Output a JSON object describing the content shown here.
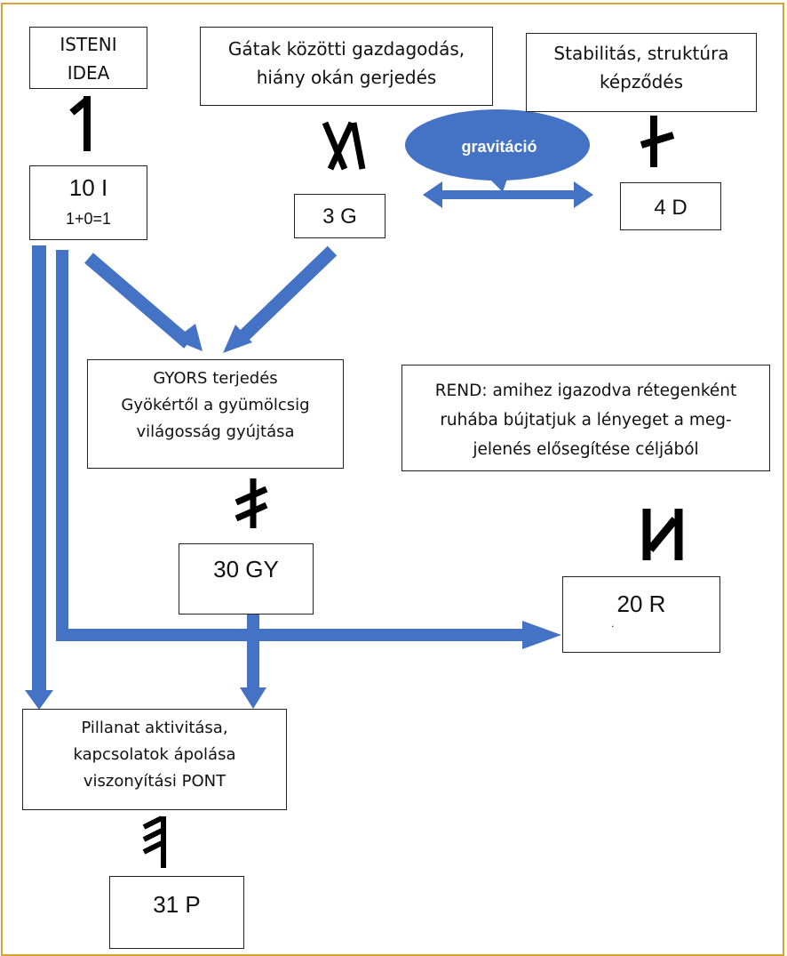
{
  "colors": {
    "arrow": "#4472c4",
    "frame": "#d9a431",
    "border": "#222222"
  },
  "nodes": {
    "isteni": {
      "line1": "ISTENI",
      "line2": "IDEA"
    },
    "gatak": {
      "line1": "Gátak közötti gazdagodás,",
      "line2": "hiány okán gerjedés"
    },
    "stabilitas": {
      "line1": "Stabilitás, struktúra",
      "line2": "képződés"
    },
    "i10": {
      "line1": "10 I",
      "line2": "1+0=1"
    },
    "g3": {
      "label": "3 G"
    },
    "d4": {
      "label": "4 D"
    },
    "gravitacio": {
      "label": "gravitáció"
    },
    "gyors": {
      "line1": "GYORS terjedés",
      "line2": "Gyökértől a gyümölcsig",
      "line3": "világosság gyújtása"
    },
    "rend": {
      "line1": "REND: amihez igazodva rétegenként",
      "line2": "ruhába bújtatjuk a lényeget a meg-",
      "line3": "jelenés elősegítése céljából"
    },
    "gy30": {
      "label": "30 GY"
    },
    "r20": {
      "label": "20 R",
      "mark": "."
    },
    "pillanat": {
      "line1": "Pillanat aktivitása,",
      "line2": "kapcsolatok ápolása",
      "line3": "viszonyítási PONT"
    },
    "p31": {
      "label": "31 P"
    }
  },
  "runes": [
    "rune-i",
    "rune-g",
    "rune-d",
    "rune-gy",
    "rune-r",
    "rune-p"
  ]
}
